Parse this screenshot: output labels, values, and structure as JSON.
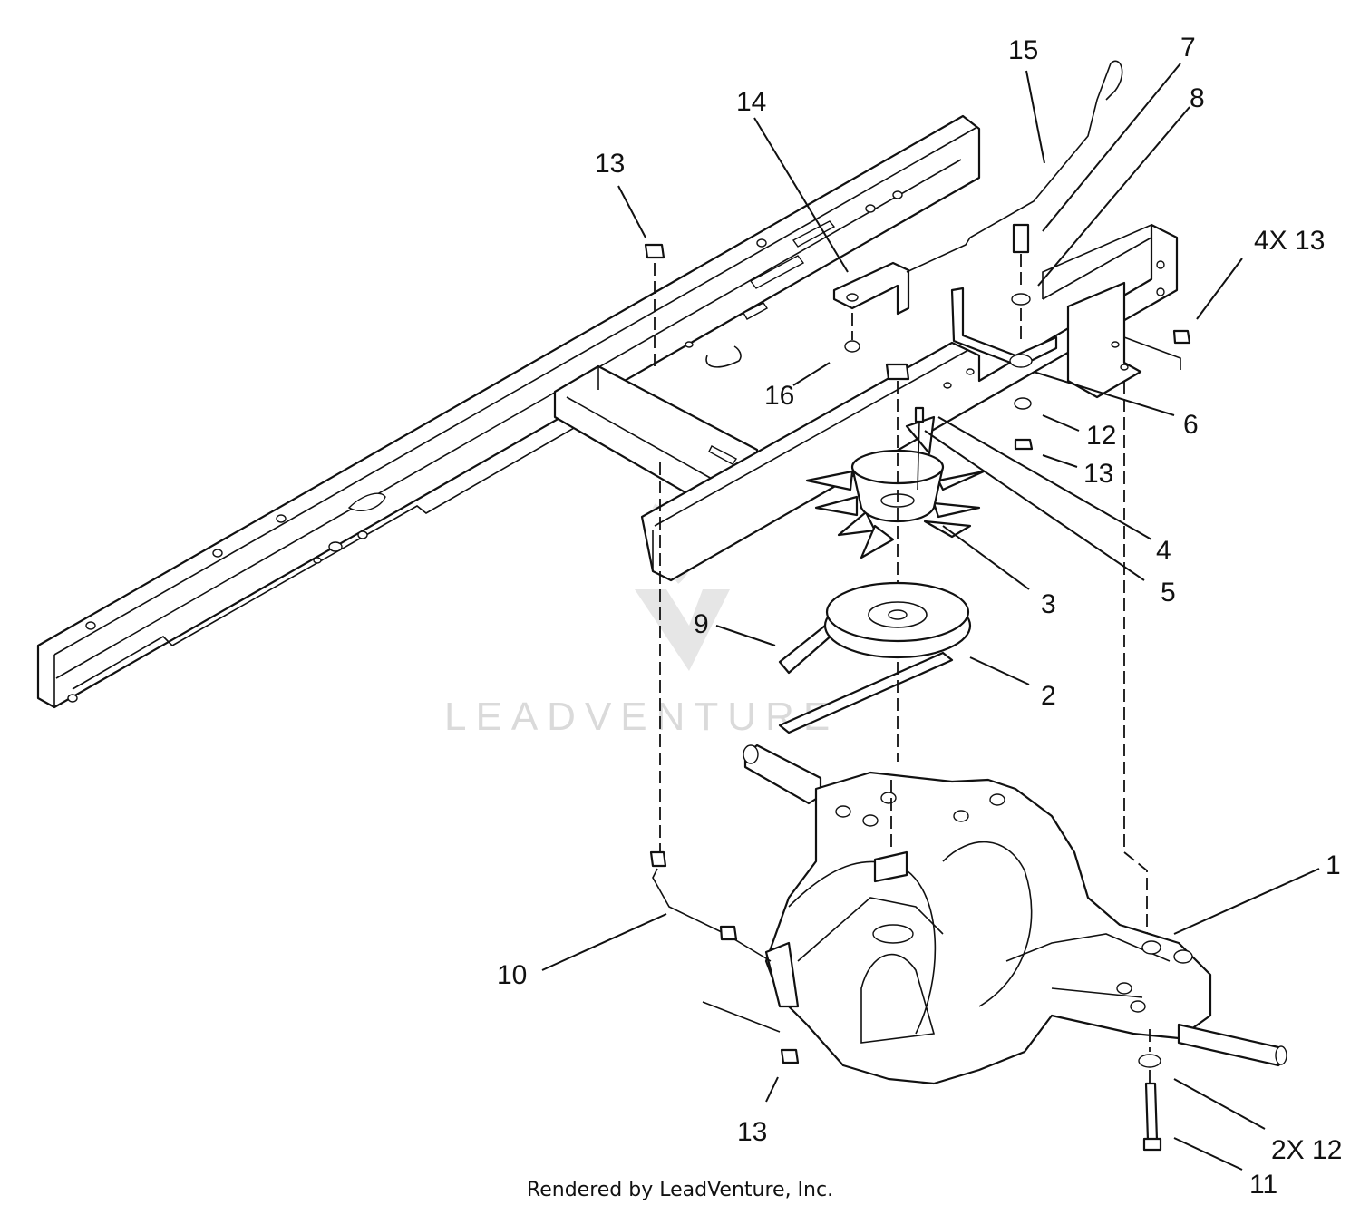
{
  "diagram": {
    "watermark_text": "LEADVENTURE",
    "callouts": [
      {
        "id": "c15",
        "label": "15"
      },
      {
        "id": "c7",
        "label": "7"
      },
      {
        "id": "c8",
        "label": "8"
      },
      {
        "id": "c14",
        "label": "14"
      },
      {
        "id": "c13a",
        "label": "13"
      },
      {
        "id": "c4x13",
        "label": "4X 13"
      },
      {
        "id": "c16",
        "label": "16"
      },
      {
        "id": "c6",
        "label": "6"
      },
      {
        "id": "c12",
        "label": "12"
      },
      {
        "id": "c13b",
        "label": "13"
      },
      {
        "id": "c4",
        "label": "4"
      },
      {
        "id": "c5",
        "label": "5"
      },
      {
        "id": "c3",
        "label": "3"
      },
      {
        "id": "c9",
        "label": "9"
      },
      {
        "id": "c2",
        "label": "2"
      },
      {
        "id": "c1",
        "label": "1"
      },
      {
        "id": "c10",
        "label": "10"
      },
      {
        "id": "c13c",
        "label": "13"
      },
      {
        "id": "c2x12",
        "label": "2X 12"
      },
      {
        "id": "c11",
        "label": "11"
      }
    ],
    "footer": "Rendered by LeadVenture, Inc."
  }
}
